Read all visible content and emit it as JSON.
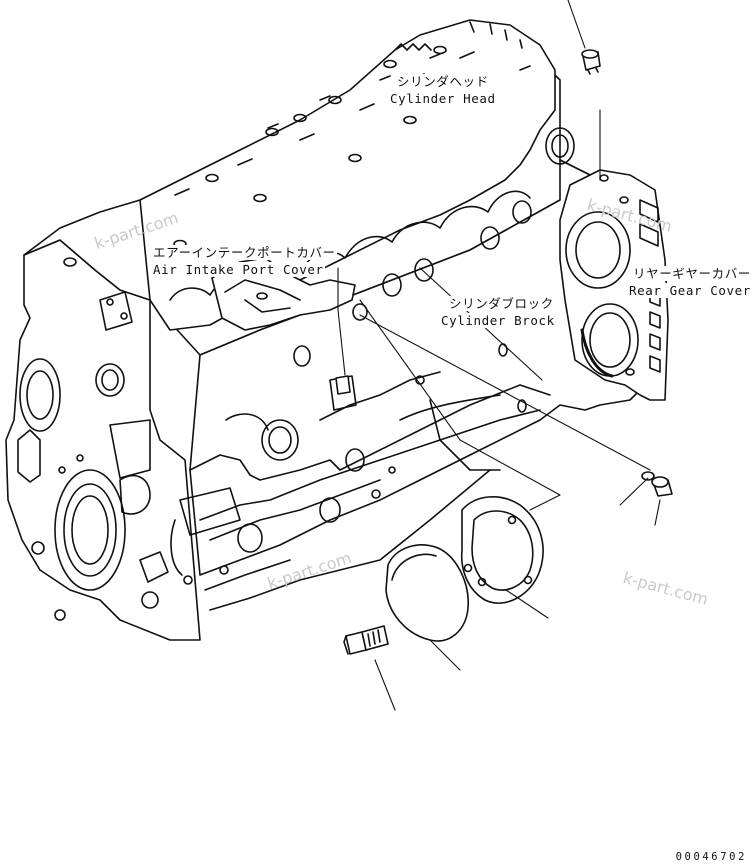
{
  "labels": {
    "cylinder_head_jp": "シリンダヘッド",
    "cylinder_head_en": "Cylinder Head",
    "air_intake_jp": "エアーインテークポートカバー",
    "air_intake_en": "Air Intake Port Cover",
    "cylinder_block_jp": "シリンダブロック",
    "cylinder_block_en": "Cylinder Brock",
    "rear_gear_jp": "リヤーギヤーカバー",
    "rear_gear_en": "Rear Gear Cover"
  },
  "watermark": "k-part.com",
  "drawing_code": "00046702"
}
